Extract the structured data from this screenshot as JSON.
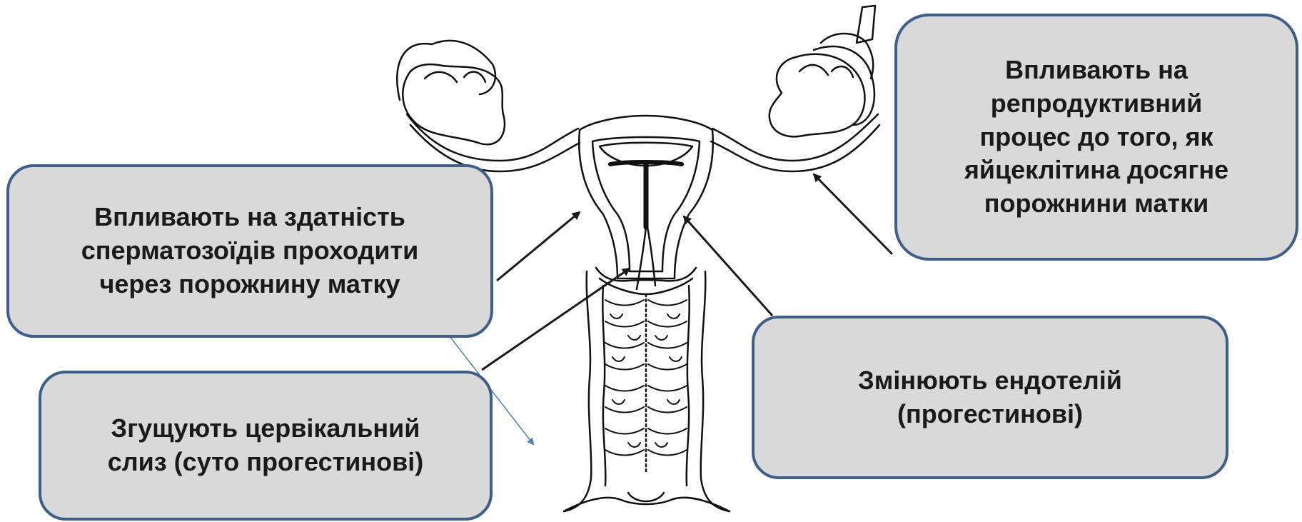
{
  "colors": {
    "box_fill": "#d9d9d9",
    "box_border": "#3f5f8a",
    "arrow": "#1a1a1a",
    "thin_arrow": "#4f81bd",
    "anatomy_stroke": "#111111"
  },
  "callouts": {
    "top_right": "Впливають на\nрепродуктивний\nпроцес до того, як\nяйцеклітина досягне\nпорожнини матки",
    "left": "Впливають на здатність\nсперматозоїдів проходити\nчерез порожнину матку",
    "bottom_left": "Згущують цервікальний\nслиз (суто прогестинові)",
    "bottom_right": "Змінюють ендотелій\n(прогестинові)"
  },
  "illustration": {
    "subject": "uterus-with-iud-drawing"
  }
}
